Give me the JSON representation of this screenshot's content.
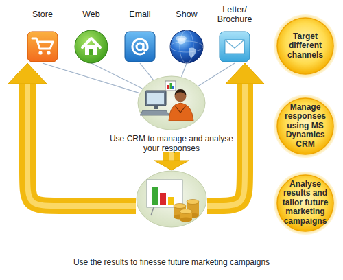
{
  "diagram": {
    "nodes": [
      {
        "text": [
          "Store"
        ]
      },
      {
        "text": [
          "Web"
        ]
      },
      {
        "text": [
          "Email"
        ]
      },
      {
        "text": [
          "Show"
        ]
      },
      {
        "text": [
          "Letter/ Brochure"
        ]
      },
      {
        "text": [
          "Use CRM to manage and analyse your responses"
        ]
      },
      {
        "text": [
          "Use the results to finesse future marketing campaigns"
        ]
      },
      {
        "text": [
          "Target different channels"
        ]
      },
      {
        "text": [
          "Manage responses using MS Dynamics CRM"
        ]
      },
      {
        "text": [
          "Analyse results and tailor future marketing campaigns"
        ]
      }
    ],
    "edges": [
      {
        "from": 0,
        "to": 5,
        "arrow": "none"
      },
      {
        "from": 1,
        "to": 5,
        "arrow": "none"
      },
      {
        "from": 2,
        "to": 5,
        "arrow": "none"
      },
      {
        "from": 3,
        "to": 5,
        "arrow": "none"
      },
      {
        "from": 4,
        "to": 5,
        "arrow": "none"
      },
      {
        "from": 5,
        "to": 6,
        "arrow": "to"
      },
      {
        "from": 6,
        "to": 0,
        "arrow": "to"
      },
      {
        "from": 6,
        "to": 4,
        "arrow": "to"
      }
    ]
  }
}
